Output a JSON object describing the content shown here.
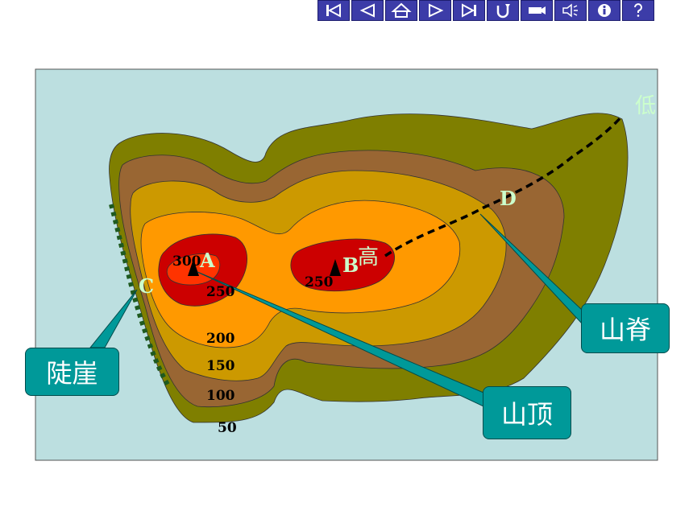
{
  "toolbar": {
    "buttons": [
      {
        "name": "first-slide-icon"
      },
      {
        "name": "previous-slide-icon"
      },
      {
        "name": "home-icon"
      },
      {
        "name": "next-slide-icon"
      },
      {
        "name": "last-slide-icon"
      },
      {
        "name": "return-icon"
      },
      {
        "name": "video-icon"
      },
      {
        "name": "speaker-icon"
      },
      {
        "name": "info-icon"
      },
      {
        "name": "help-icon"
      }
    ]
  },
  "colors": {
    "background": "#bcdfe0",
    "band_50": "#7f7f00",
    "band_100": "#996633",
    "band_150": "#cc9900",
    "band_200": "#ff9900",
    "band_300": "#cc0000",
    "summit_inner": "#ff3300",
    "label_green": "#ccffcc",
    "callout": "#009999"
  },
  "points": {
    "A": "A",
    "B": "B",
    "C": "C",
    "D": "D"
  },
  "labels": {
    "high": "高",
    "low": "低"
  },
  "contours": {
    "c300": "300",
    "c250a": "250",
    "c250b": "250",
    "c200": "200",
    "c150": "150",
    "c100": "100",
    "c50": "50"
  },
  "callouts": {
    "cliff": "陡崖",
    "summit": "山顶",
    "ridge": "山脊"
  }
}
